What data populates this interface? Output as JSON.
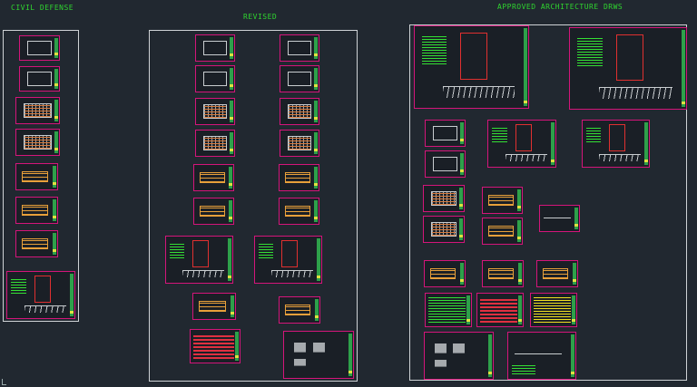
{
  "labels": {
    "civil_defense": "CIVIL DEFENSE",
    "revised": "REVISED",
    "approved": "APPROVED ARCHITECTURE DRWS"
  },
  "colors": {
    "background": "#212830",
    "label_green": "#2fd52f",
    "sheet_border": "#d4157a",
    "frame_border": "#cfd3d6"
  }
}
